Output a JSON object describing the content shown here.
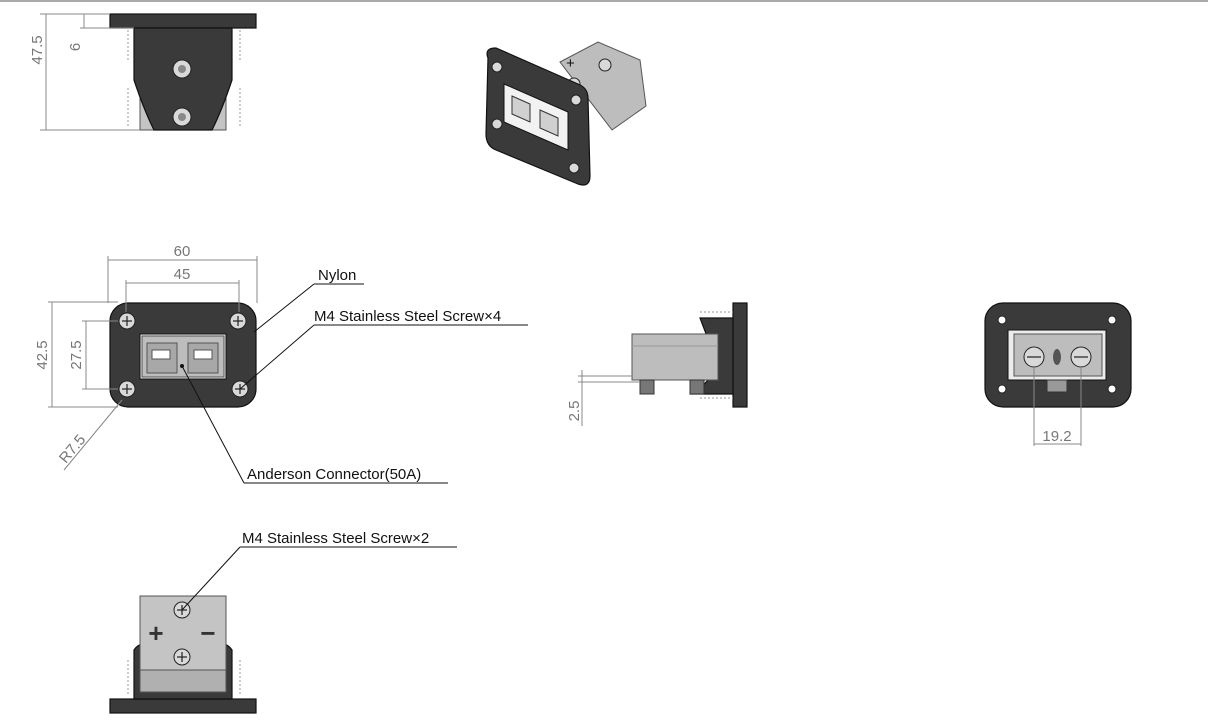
{
  "colors": {
    "body": "#3a3a3a",
    "plug": "#bdbdbd",
    "dimension_text": "#777777",
    "callout_text": "#111111",
    "background": "#ffffff"
  },
  "dimensions": {
    "top_height": "47.5",
    "top_offset": "6",
    "front_width_outer": "60",
    "front_width_inner": "45",
    "front_height_outer": "42.5",
    "front_height_inner": "27.5",
    "corner_radius": "R7.5",
    "side_thickness": "2.5",
    "pin_pitch": "19.2"
  },
  "callouts": {
    "nylon": "Nylon",
    "screw_x4": "M4 Stainless Steel Screw×4",
    "anderson": "Anderson Connector(50A)",
    "screw_x2": "M4 Stainless Steel Screw×2"
  },
  "polarity": {
    "plus": "+",
    "minus": "−"
  }
}
